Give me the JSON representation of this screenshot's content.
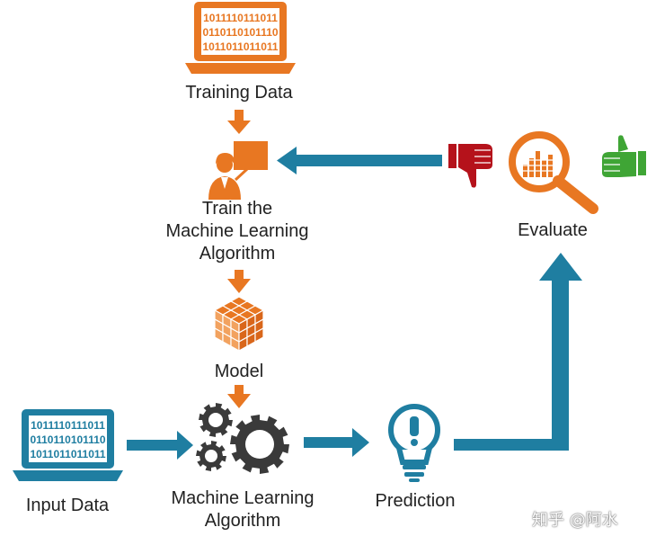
{
  "colors": {
    "orange": "#E87722",
    "blue": "#1F7EA1",
    "red": "#B5121B",
    "green": "#3FA535",
    "text": "#222222"
  },
  "nodes": {
    "training_data": {
      "label": "Training Data",
      "icon": "laptop-binary-icon",
      "binary": [
        "1011110111011",
        "0110110101110",
        "1011011011011"
      ]
    },
    "train": {
      "lines": [
        "Train the",
        "Machine Learning",
        "Algorithm"
      ],
      "icon": "person-presenting-icon"
    },
    "model": {
      "label": "Model",
      "icon": "cube-grid-icon"
    },
    "input_data": {
      "label": "Input Data",
      "icon": "laptop-binary-icon",
      "binary": [
        "1011110111011",
        "0110110101110",
        "1011011011011"
      ]
    },
    "ml_algorithm": {
      "lines": [
        "Machine Learning",
        "Algorithm"
      ],
      "icon": "gears-icon"
    },
    "prediction": {
      "label": "Prediction",
      "icon": "lightbulb-icon"
    },
    "evaluate": {
      "label": "Evaluate",
      "icon": "magnifier-chart-icon"
    }
  },
  "feedback_icons": [
    "thumbs-down-icon",
    "thumbs-up-icon"
  ],
  "watermark": "知乎 @阿水"
}
